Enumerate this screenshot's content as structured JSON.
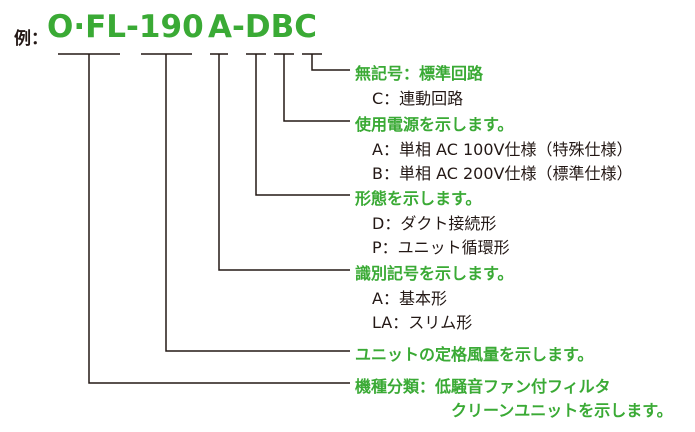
{
  "header": {
    "prefix": "例：",
    "code_part1": "O·FL-190",
    "code_part2": "A-DBC"
  },
  "entries": [
    {
      "title": "無記号：標準回路",
      "items": [
        "C：連動回路"
      ]
    },
    {
      "title": "使用電源を示します。",
      "items": [
        "A：単相 AC 100V仕様（特殊仕様）",
        "B：単相 AC 200V仕様（標準仕様）"
      ]
    },
    {
      "title": "形態を示します。",
      "items": [
        "D：ダクト接続形",
        "P：ユニット循環形"
      ]
    },
    {
      "title": "識別記号を示します。",
      "items": [
        "A：基本形",
        "LA：スリム形"
      ]
    },
    {
      "title": "ユニットの定格風量を示します。",
      "items": []
    },
    {
      "title": "機種分類：低騒音ファン付フィルタ",
      "items": [
        "クリーンユニットを示します。"
      ]
    }
  ],
  "colors": {
    "accent": "#3aaa35",
    "text": "#231815"
  }
}
